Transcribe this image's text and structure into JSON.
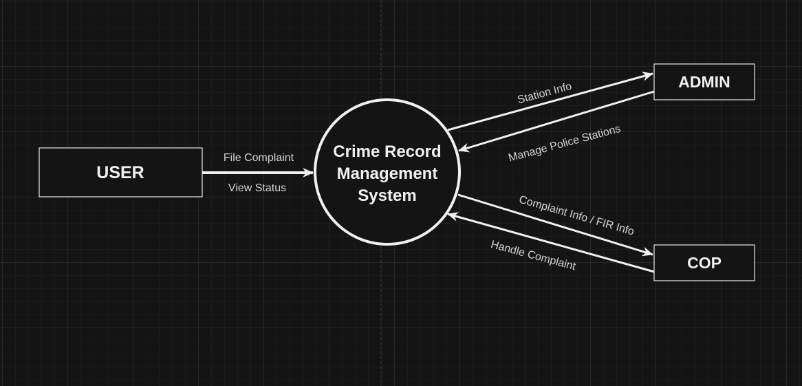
{
  "nodes": {
    "user": "USER",
    "admin": "ADMIN",
    "cop": "COP",
    "system": [
      "Crime Record",
      "Management",
      "System"
    ]
  },
  "edges": {
    "file_complaint": "File Complaint",
    "view_status": "View Status",
    "station_info": "Station Info",
    "manage_police_stations": "Manage Police Stations",
    "complaint_fir_info": "Complaint Info / FIR Info",
    "handle_complaint": "Handle Complaint"
  },
  "colors": {
    "background": "#141414",
    "stroke": "#f0f0f0",
    "text": "#f0f0f0"
  }
}
